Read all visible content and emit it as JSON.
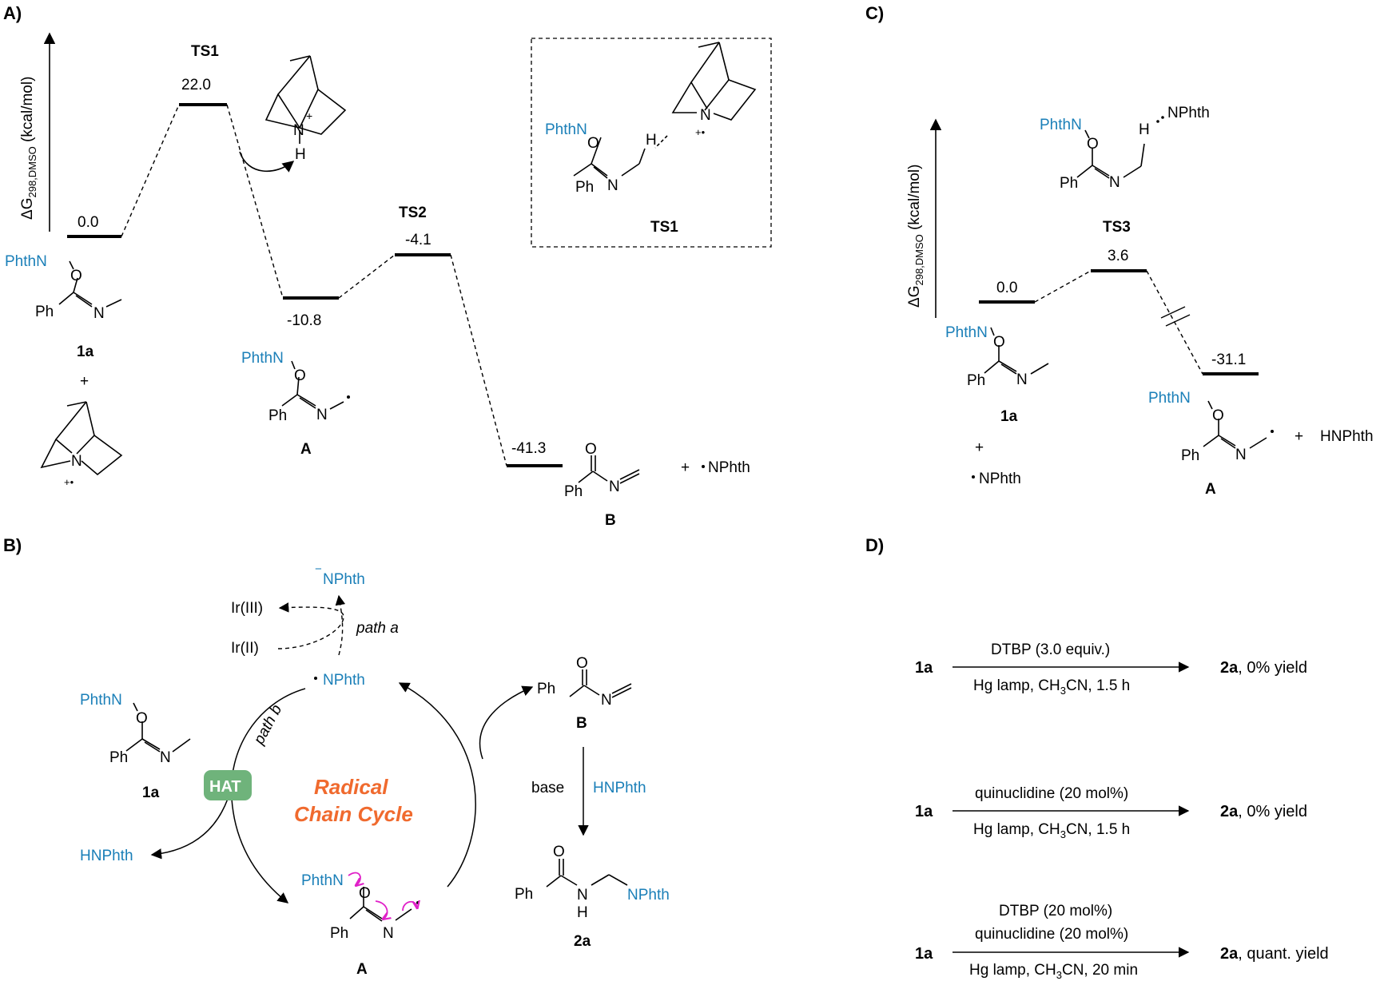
{
  "colors": {
    "text": "#000000",
    "label_blue": "#1a7fb8",
    "cycle_title": "#f06a2e",
    "hat_badge": "#6fb37b",
    "curved_arrow": "#e020c8"
  },
  "panel_a": {
    "letter": "A)",
    "axis_label": "ΔG",
    "axis_sub": "298,DMSO",
    "axis_unit": " (kcal/mol)",
    "levels": [
      {
        "id": "1a",
        "energy": "0.0"
      },
      {
        "id": "TS1",
        "energy": "22.0"
      },
      {
        "id": "A",
        "energy": "-10.8"
      },
      {
        "id": "TS2",
        "energy": "-4.1"
      },
      {
        "id": "B",
        "energy": "-41.3"
      }
    ],
    "ts1_label": "TS1",
    "ts2_label": "TS2",
    "inset_label": "TS1",
    "labels": {
      "cmpd_1a": "1a",
      "cmpd_a": "A",
      "cmpd_b": "B",
      "plus": "+"
    },
    "fragments": {
      "phthn": "PhthN",
      "o": "O",
      "ph": "Ph",
      "n": "N",
      "h": "H",
      "nplus": "N",
      "plus_sup": "+",
      "radcat": "+•",
      "nphth": "NPhth",
      "radical_nphth": "·NPhth"
    }
  },
  "panel_b": {
    "letter": "B)",
    "anion_nphth": "NPhth",
    "anion_sign": "−",
    "ir3": "Ir(III)",
    "ir2": "Ir(II)",
    "path_a": "path a",
    "path_b": "path b",
    "radical_nphth": "NPhth",
    "hat": "HAT",
    "hnphth": "HNPhth",
    "cycle_title_1": "Radical",
    "cycle_title_2": "Chain Cycle",
    "base": "base",
    "hnphth_reagent": "HNPhth",
    "labels": {
      "cmpd_1a": "1a",
      "cmpd_a": "A",
      "cmpd_b": "B",
      "cmpd_2a": "2a"
    },
    "fragments": {
      "phthn": "PhthN",
      "o": "O",
      "ph": "Ph",
      "n": "N",
      "h": "H",
      "nphth": "NPhth"
    }
  },
  "panel_c": {
    "letter": "C)",
    "axis_label": "ΔG",
    "axis_sub": "298,DMSO",
    "axis_unit": " (kcal/mol)",
    "levels": [
      {
        "id": "1a",
        "energy": "0.0"
      },
      {
        "id": "TS3",
        "energy": "3.6"
      },
      {
        "id": "A",
        "energy": "-31.1"
      }
    ],
    "ts3_label": "TS3",
    "labels": {
      "cmpd_1a": "1a",
      "cmpd_a": "A",
      "plus": "+",
      "radical_nphth": "NPhth",
      "hnphth": "HNPhth",
      "ts_nphth": "NPhth"
    },
    "fragments": {
      "phthn": "PhthN",
      "o": "O",
      "ph": "Ph",
      "n": "N",
      "h": "H"
    }
  },
  "panel_d": {
    "letter": "D)",
    "reactions": [
      {
        "substrate": "1a",
        "above": [
          "DTBP (3.0 equiv.)"
        ],
        "below": "Hg lamp, CH3CN, 1.5 h",
        "product": "2a",
        "result": ", 0% yield"
      },
      {
        "substrate": "1a",
        "above": [
          "quinuclidine (20 mol%)"
        ],
        "below": "Hg lamp, CH3CN, 1.5 h",
        "product": "2a",
        "result": ", 0% yield"
      },
      {
        "substrate": "1a",
        "above": [
          "DTBP (20 mol%)",
          "quinuclidine (20 mol%)"
        ],
        "below": "Hg lamp, CH3CN, 20 min",
        "product": "2a",
        "result": ", quant. yield"
      }
    ],
    "cond_hg": "Hg lamp, CH",
    "cond_sub": "3",
    "cond_cn": "CN, "
  }
}
